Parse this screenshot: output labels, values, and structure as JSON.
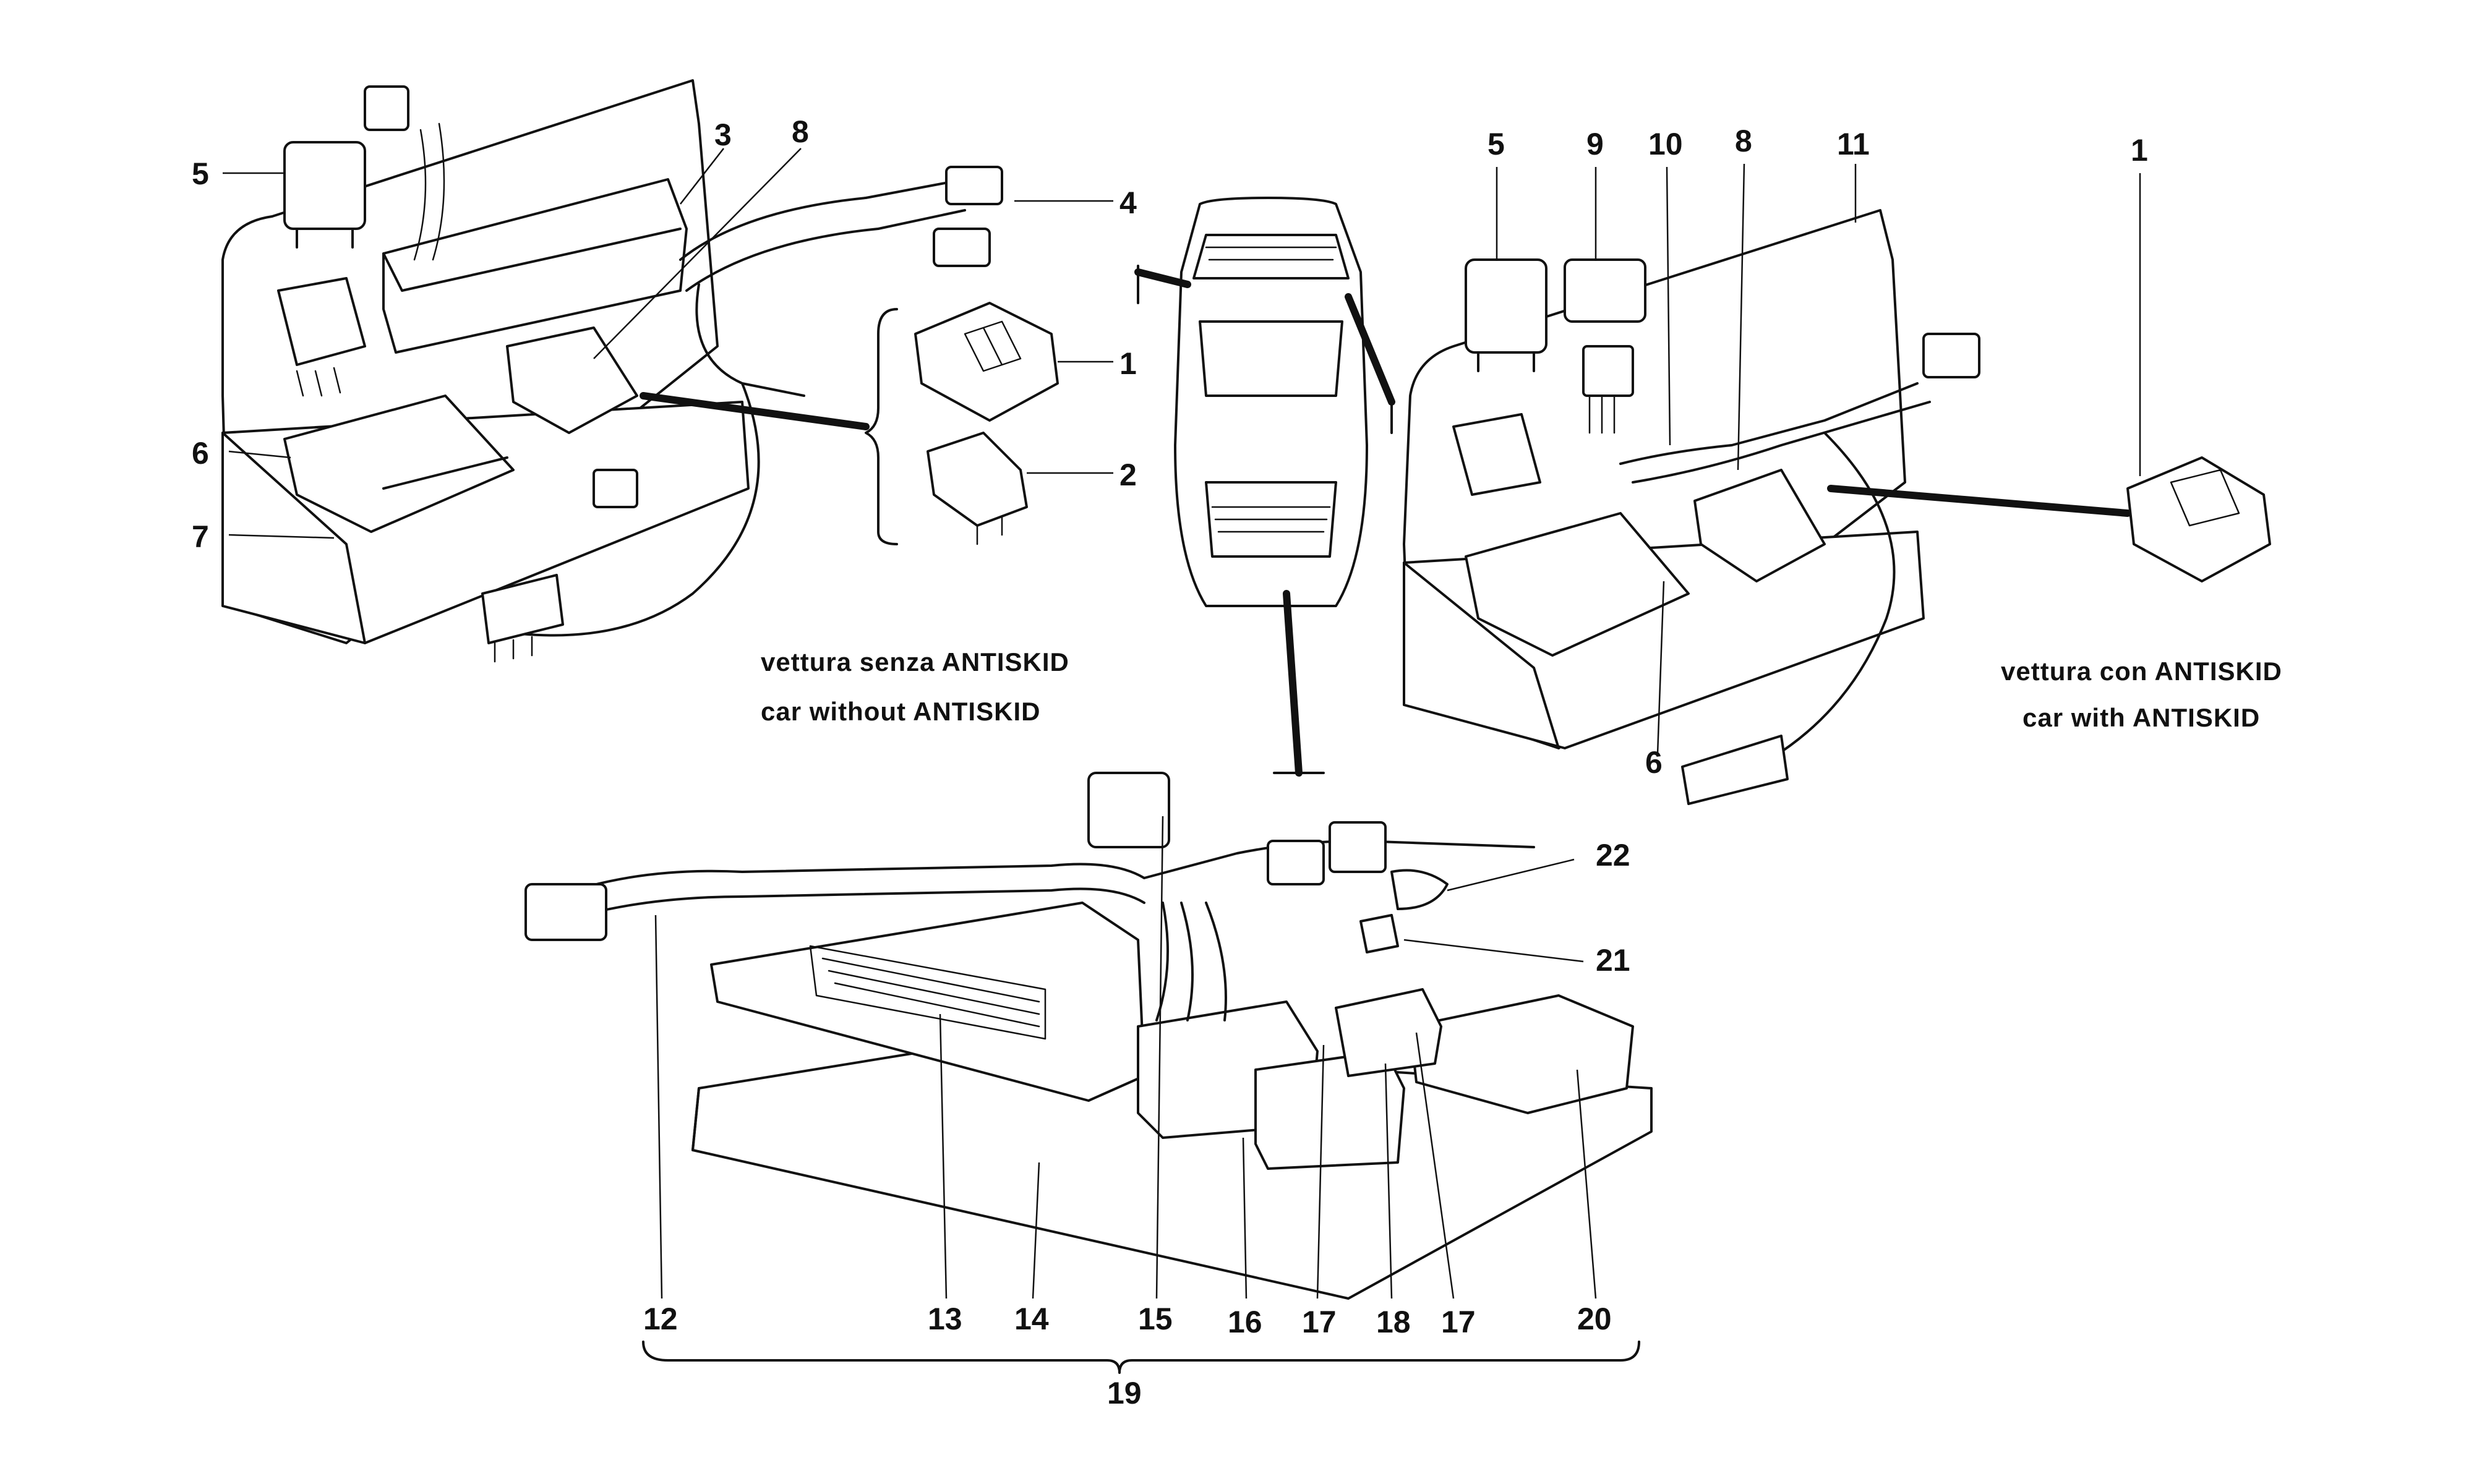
{
  "callouts": {
    "n1a": "1",
    "n2": "2",
    "n3": "3",
    "n4": "4",
    "n5a": "5",
    "n6a": "6",
    "n7": "7",
    "n8a": "8",
    "n5b": "5",
    "n9": "9",
    "n10": "10",
    "n8b": "8",
    "n11": "11",
    "n1b": "1",
    "n6b": "6",
    "n12": "12",
    "n13": "13",
    "n14": "14",
    "n15": "15",
    "n16": "16",
    "n17a": "17",
    "n18": "18",
    "n17b": "17",
    "n20": "20",
    "n19": "19",
    "n21": "21",
    "n22": "22"
  },
  "captions": {
    "left_it": "vettura senza ANTISKID",
    "left_en": "car without ANTISKID",
    "right_it": "vettura con ANTISKID",
    "right_en": "car with ANTISKID"
  }
}
